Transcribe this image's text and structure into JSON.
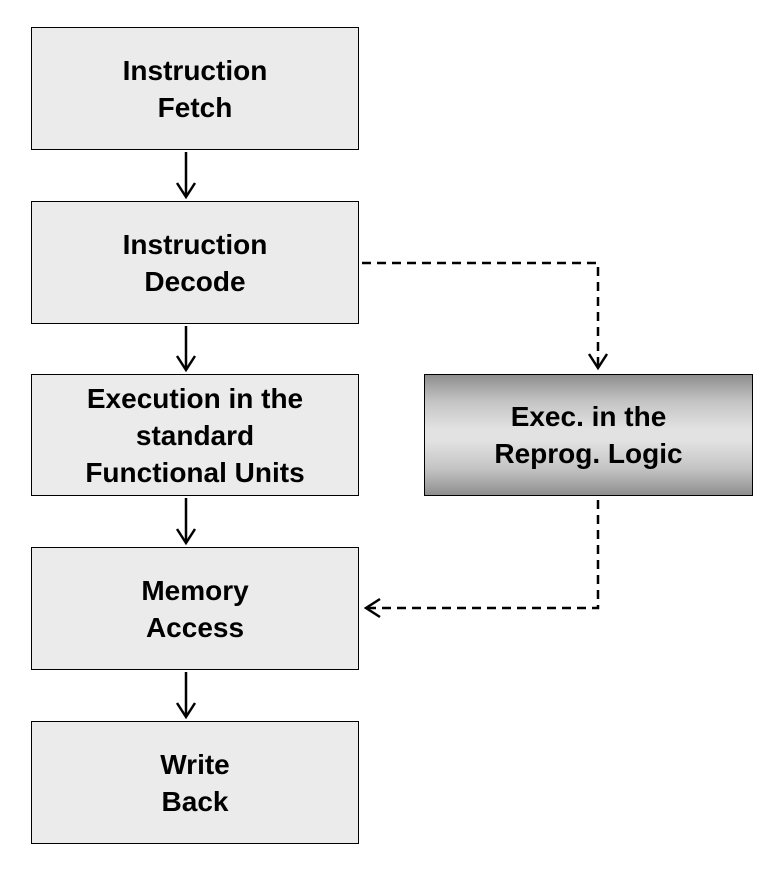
{
  "stages": {
    "fetch": {
      "lines": [
        "Instruction",
        "Fetch"
      ]
    },
    "decode": {
      "lines": [
        "Instruction",
        "Decode"
      ]
    },
    "exec": {
      "lines": [
        "Execution in the",
        "standard",
        "Functional Units"
      ]
    },
    "memory": {
      "lines": [
        "Memory",
        "Access"
      ]
    },
    "writeback": {
      "lines": [
        "Write",
        "Back"
      ]
    },
    "reprog": {
      "lines": [
        "Exec. in the",
        "Reprog. Logic"
      ]
    }
  },
  "connectors": [
    {
      "from": "fetch",
      "to": "decode",
      "style": "solid"
    },
    {
      "from": "decode",
      "to": "exec",
      "style": "solid"
    },
    {
      "from": "exec",
      "to": "memory",
      "style": "solid"
    },
    {
      "from": "memory",
      "to": "writeback",
      "style": "solid"
    },
    {
      "from": "decode",
      "to": "reprog",
      "style": "dashed"
    },
    {
      "from": "reprog",
      "to": "memory",
      "style": "dashed"
    }
  ],
  "colors": {
    "box_fill": "#ebebeb",
    "box_border": "#000000",
    "text": "#000000",
    "reprog_dark": "#8e8e8e",
    "reprog_light": "#e2e2e2"
  }
}
